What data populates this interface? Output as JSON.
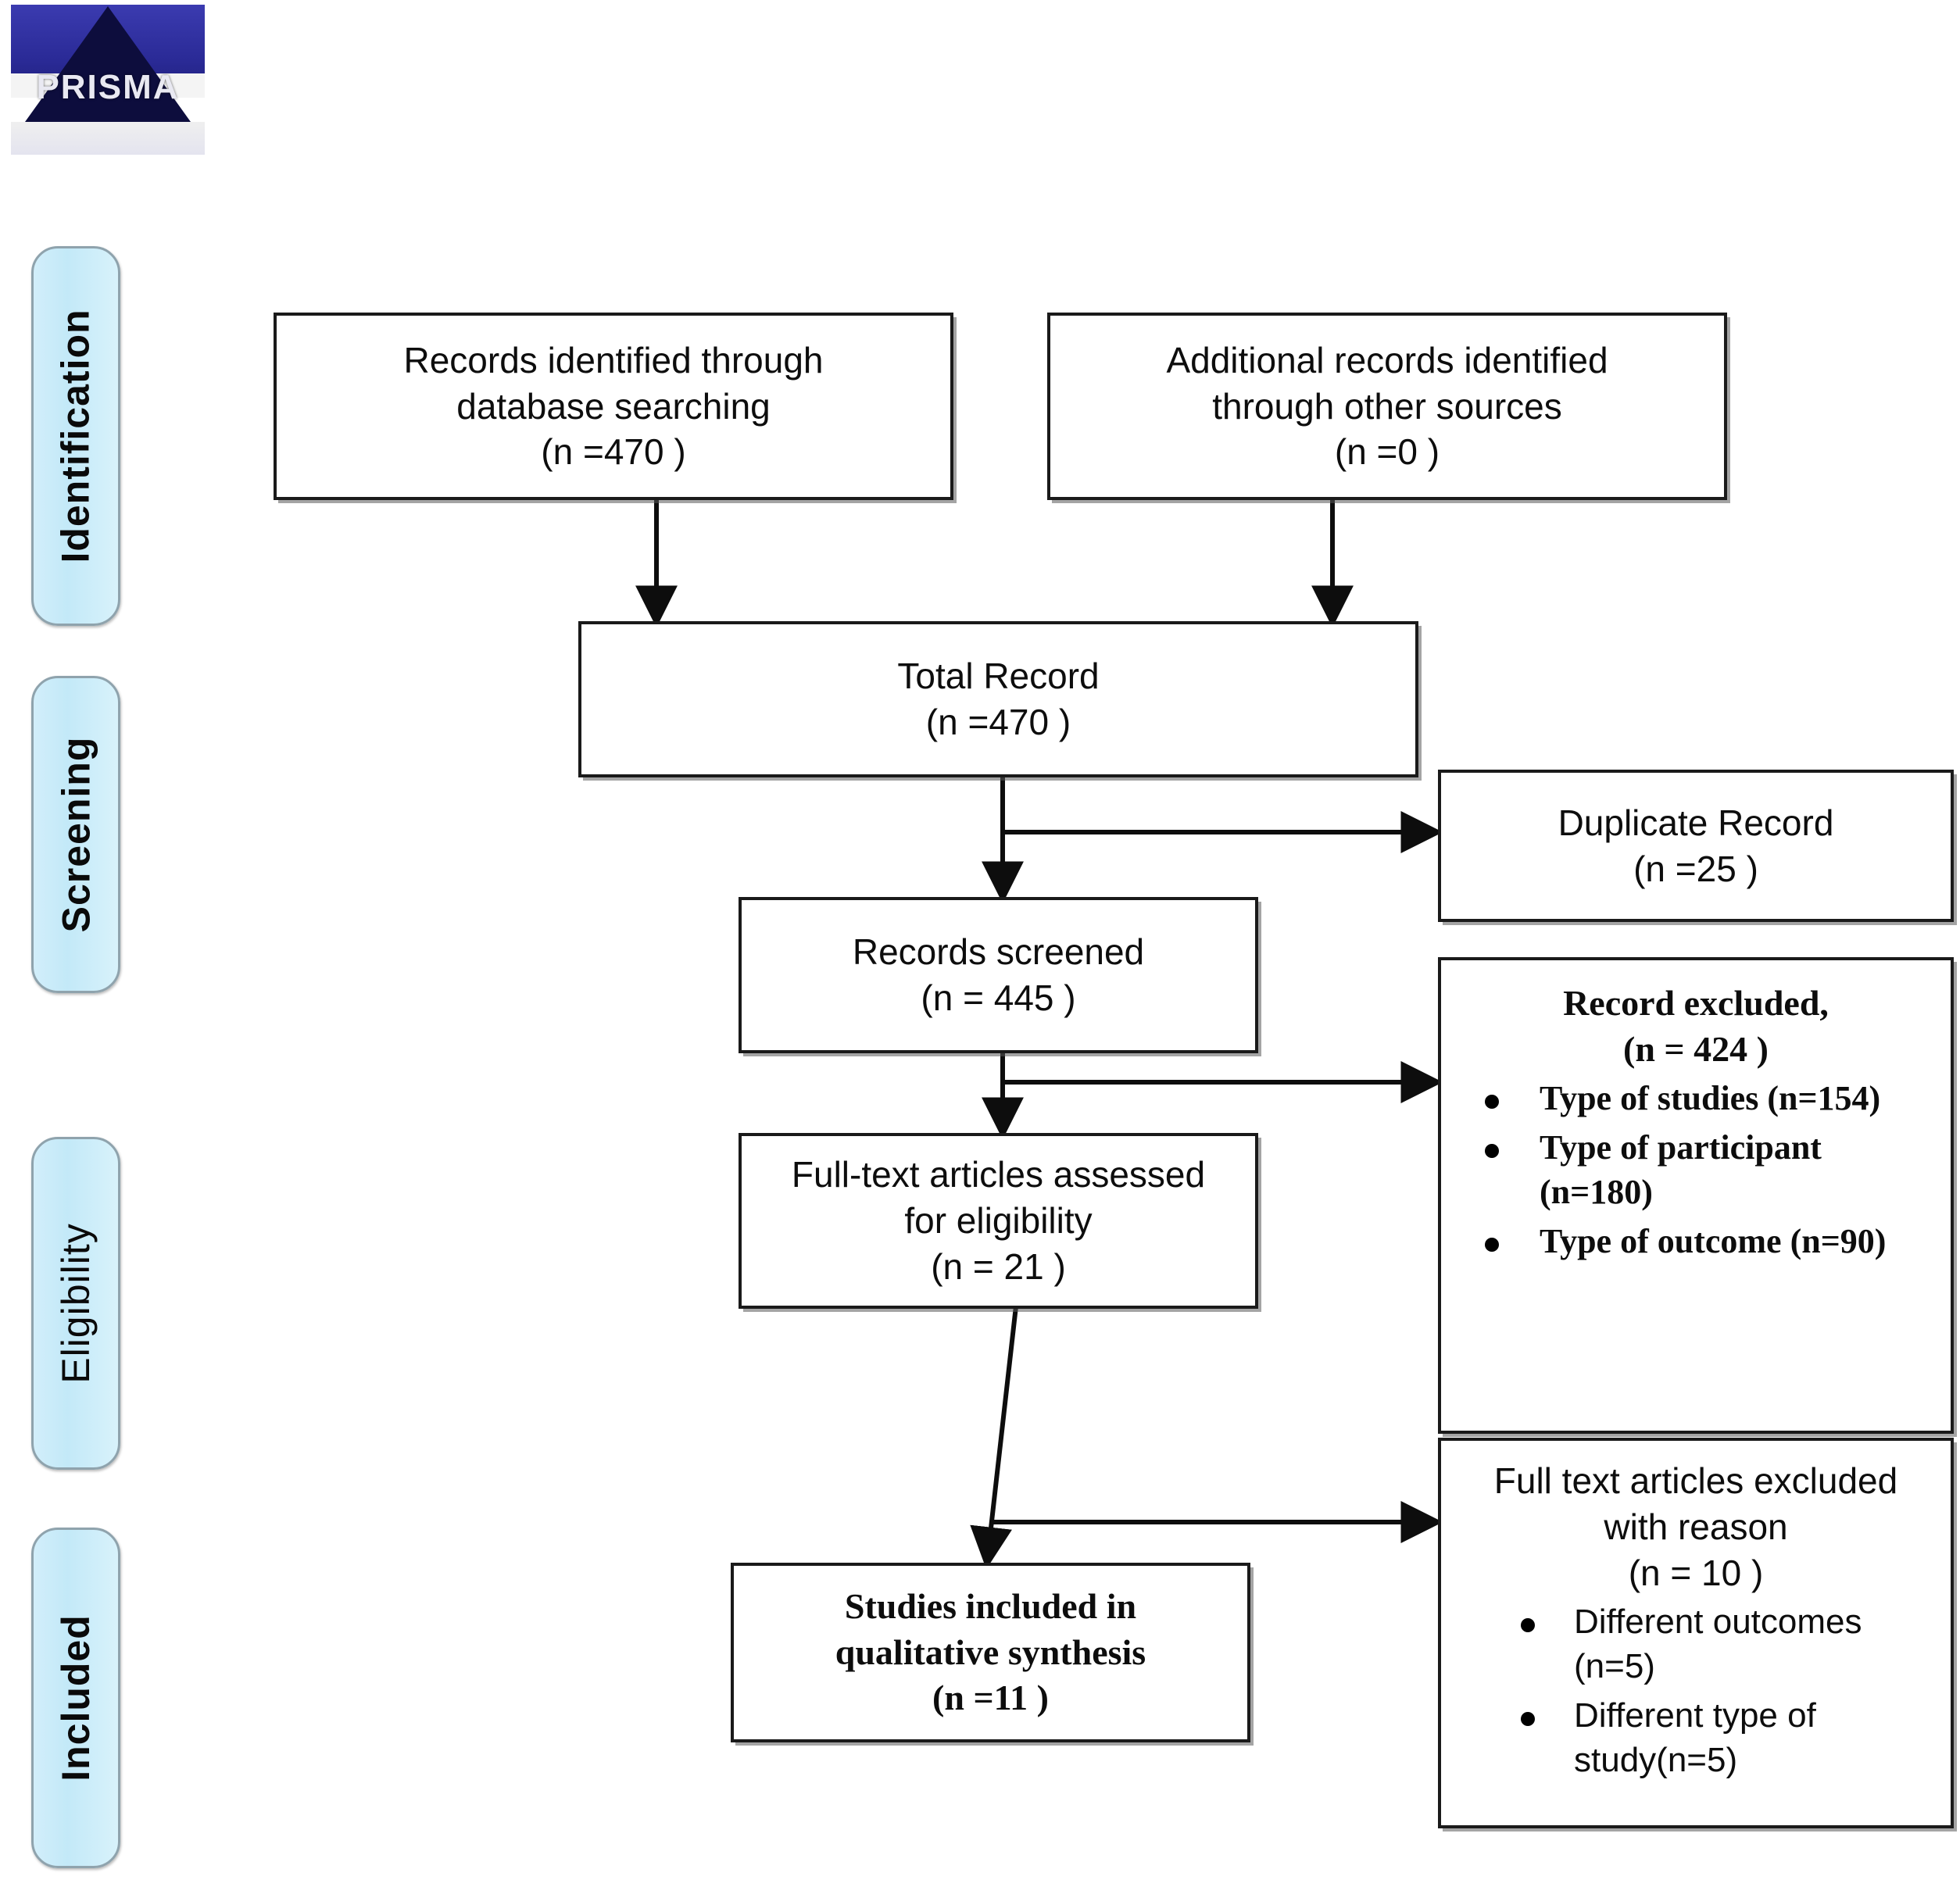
{
  "logo": {
    "name": "prisma-logo",
    "wordmark": "PRISMA"
  },
  "stages": [
    {
      "id": "identification",
      "label": "Identification"
    },
    {
      "id": "screening",
      "label": "Screening"
    },
    {
      "id": "eligibility",
      "label": "Eligibility"
    },
    {
      "id": "included",
      "label": "Included"
    }
  ],
  "boxes": {
    "records_identified": {
      "l1": "Records identified through",
      "l2": "database searching",
      "l3": "(n =470  )"
    },
    "additional_records": {
      "l1": "Additional records identified",
      "l2": "through other sources",
      "l3": "(n =0   )"
    },
    "total_record": {
      "l1": "Total Record",
      "l2": "(n =470   )"
    },
    "duplicate_record": {
      "l1": "Duplicate Record",
      "l2": "(n =25  )"
    },
    "records_screened": {
      "l1": "Records screened",
      "l2": "(n =  445 )"
    },
    "record_excluded": {
      "l1": "Record  excluded,",
      "l2": "(n = 424  )",
      "bullets": [
        "Type of studies (n=154)",
        "Type of participant (n=180)",
        "Type of outcome (n=90)"
      ]
    },
    "fulltext_assessed": {
      "l1": "Full-text articles assessed",
      "l2": "for eligibility",
      "l3": "(n = 21  )"
    },
    "fulltext_excluded": {
      "l1": "Full text articles excluded",
      "l2": "with reason",
      "l3": "(n =  10  )",
      "bullets": [
        "Different outcomes (n=5)",
        "Different type of study(n=5)"
      ]
    },
    "studies_included": {
      "l1": "Studies included in",
      "l2": "qualitative synthesis",
      "l3": "(n =11   )"
    }
  },
  "colors": {
    "stage_fill": "#c9ecf9",
    "stage_border": "#8fa3ad",
    "box_border": "#1a1a1a",
    "wire": "#0d0d0d",
    "logo_blue": "#2a2a96"
  }
}
